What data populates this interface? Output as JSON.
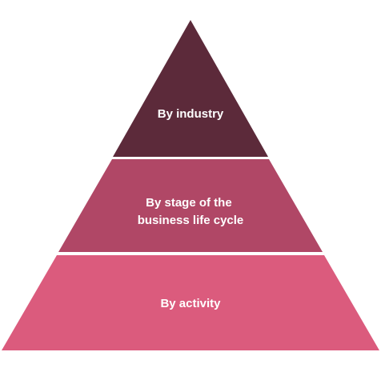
{
  "diagram": {
    "type": "pyramid",
    "tiers": [
      {
        "label_lines": [
          "By industry"
        ],
        "color": "#5c2a3a"
      },
      {
        "label_lines": [
          "By stage of the",
          "business life cycle"
        ],
        "color": "#b04766"
      },
      {
        "label_lines": [
          "By activity"
        ],
        "color": "#db5b7d"
      }
    ]
  }
}
